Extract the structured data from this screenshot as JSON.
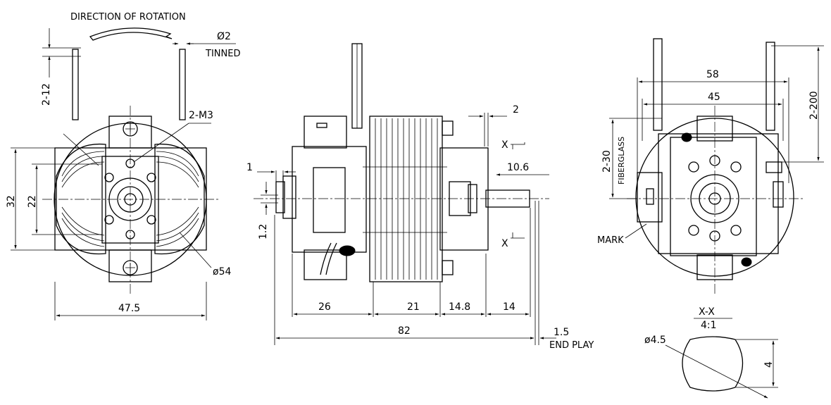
{
  "labels": {
    "direction": "DIRECTION OF ROTATION",
    "wire_dia": "Ø2",
    "tinned": "TINNED",
    "screws": "2-M3",
    "diameter": "ø54",
    "width": "47.5",
    "height_outer": "32",
    "height_inner": "22",
    "lead_short": "2-12",
    "gap2": "2",
    "d1": "1",
    "d12": "1.2",
    "shaft": "10.6",
    "section_mark": "X",
    "seg1": "26",
    "seg2": "21",
    "seg3": "14.8",
    "seg4": "14",
    "overall": "82",
    "endplay_val": "1.5",
    "endplay": "END PLAY",
    "w58": "58",
    "w45": "45",
    "lead_long": "2-200",
    "fiberglass_len": "2-30",
    "fiberglass": "FIBERGLASS",
    "mark": "MARK",
    "section_title": "X-X",
    "scale": "4:1",
    "shaft_dia": "ø4.5",
    "flat": "4"
  }
}
